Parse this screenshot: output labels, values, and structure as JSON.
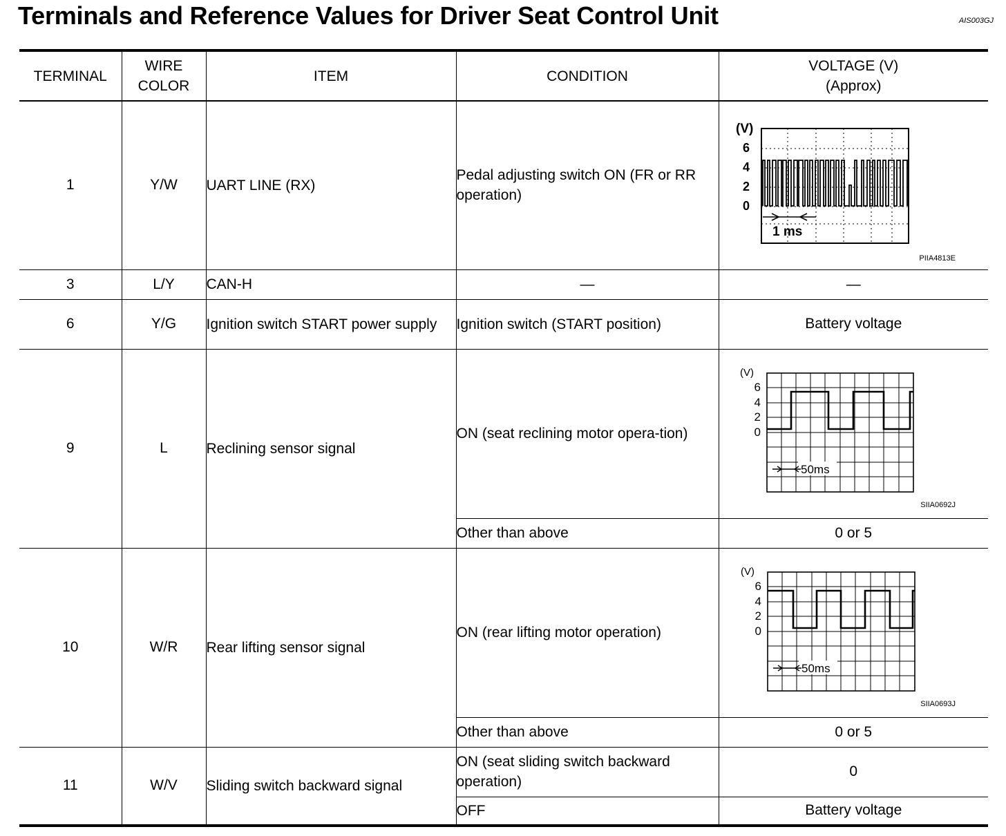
{
  "page": {
    "title": "Terminals and Reference Values for Driver Seat Control Unit",
    "doc_code": "AIS003GJ"
  },
  "table": {
    "headers": {
      "terminal": "TERMINAL",
      "wire_color": "WIRE COLOR",
      "item": "ITEM",
      "condition": "CONDITION",
      "voltage": "VOLTAGE (V) (Approx)"
    },
    "rows": [
      {
        "terminal": "1",
        "wire_color": "Y/W",
        "item": "UART LINE (RX)",
        "conditions": [
          {
            "condition": "Pedal adjusting switch ON (FR or RR operation)",
            "voltage_figure": {
              "unit": "(V)",
              "y_ticks": [
                "6",
                "4",
                "2",
                "0"
              ],
              "time_label": "1 ms",
              "figure_id": "PIIA4813E"
            }
          }
        ]
      },
      {
        "terminal": "3",
        "wire_color": "L/Y",
        "item": "CAN-H",
        "conditions": [
          {
            "condition": "—",
            "voltage": "—"
          }
        ]
      },
      {
        "terminal": "6",
        "wire_color": "Y/G",
        "item": "Ignition switch START power supply",
        "conditions": [
          {
            "condition": "Ignition switch (START position)",
            "voltage": "Battery voltage"
          }
        ]
      },
      {
        "terminal": "9",
        "wire_color": "L",
        "item": "Reclining sensor signal",
        "conditions": [
          {
            "condition": "ON (seat reclining motor opera-tion)",
            "voltage_figure": {
              "unit": "(V)",
              "y_ticks": [
                "6",
                "4",
                "2",
                "0"
              ],
              "time_label": "50ms",
              "figure_id": "SIIA0692J"
            }
          },
          {
            "condition": "Other than above",
            "voltage": "0 or 5"
          }
        ]
      },
      {
        "terminal": "10",
        "wire_color": "W/R",
        "item": "Rear lifting sensor signal",
        "conditions": [
          {
            "condition": "ON (rear lifting motor operation)",
            "voltage_figure": {
              "unit": "(V)",
              "y_ticks": [
                "6",
                "4",
                "2",
                "0"
              ],
              "time_label": "50ms",
              "figure_id": "SIIA0693J"
            }
          },
          {
            "condition": "Other than above",
            "voltage": "0 or 5"
          }
        ]
      },
      {
        "terminal": "11",
        "wire_color": "W/V",
        "item": "Sliding switch backward signal",
        "conditions": [
          {
            "condition": "ON (seat sliding switch backward operation)",
            "voltage": "0"
          },
          {
            "condition": "OFF",
            "voltage": "Battery voltage"
          }
        ]
      }
    ]
  }
}
